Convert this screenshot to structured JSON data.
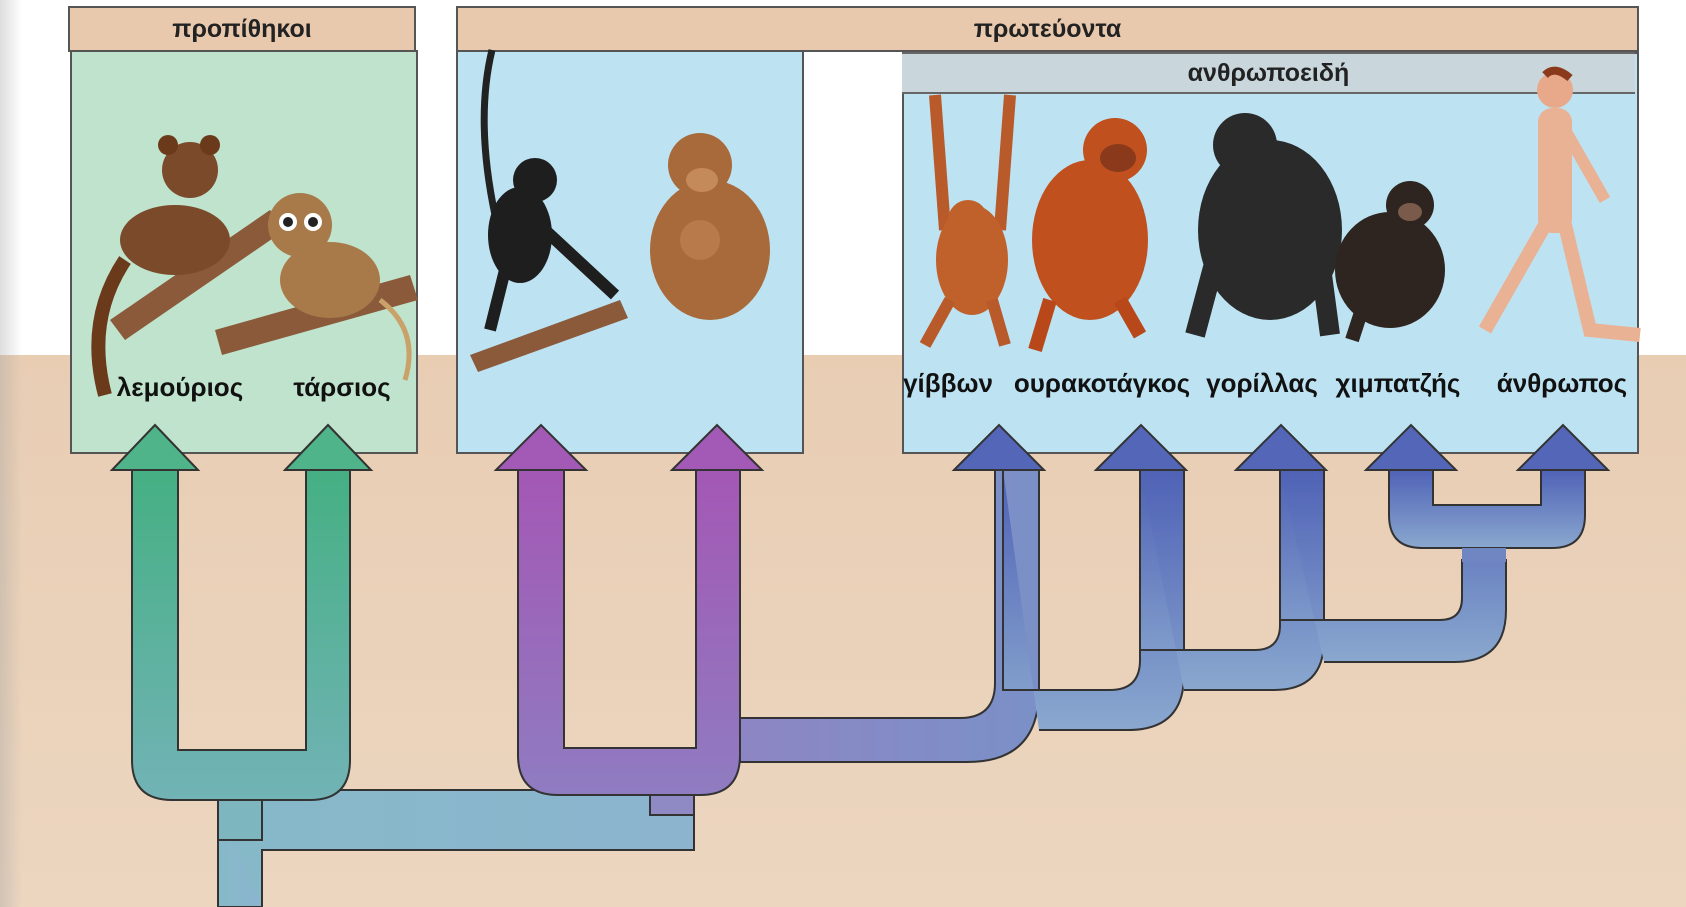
{
  "groups": {
    "prosimians": "προπίθηκοι",
    "primates": "πρωτεύοντα",
    "anthropoids": "ανθρωποειδή"
  },
  "species": [
    {
      "key": "lemur",
      "label": "λεμούριος"
    },
    {
      "key": "tarsier",
      "label": "τάρσιος"
    },
    {
      "key": "gibbon",
      "label": "γίββων"
    },
    {
      "key": "orangutan",
      "label": "ουρακοτάγκος"
    },
    {
      "key": "gorilla",
      "label": "γορίλλας"
    },
    {
      "key": "chimpanzee",
      "label": "χιμπατζής"
    },
    {
      "key": "human",
      "label": "άνθρωπος"
    }
  ],
  "colors": {
    "prosimian_branch": "#4fb48a",
    "monkey_branch": "#a25ab6",
    "ape_branch": "#5466b8",
    "root_branch": "#7fb2c2",
    "prosimian_panel": "#bfe3cc",
    "primate_panel": "#bde3f3"
  }
}
